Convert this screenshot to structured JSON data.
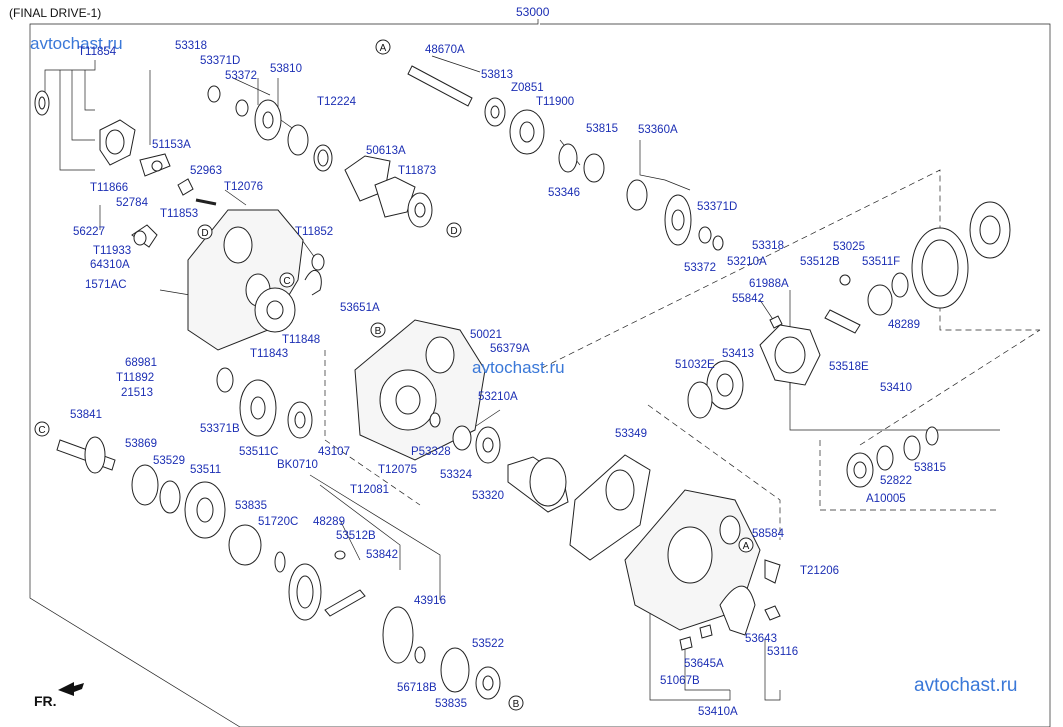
{
  "diagram_title": "(FINAL DRIVE-1)",
  "assembly_number": "53000",
  "watermark": "avtochast.ru",
  "direction_label": "FR.",
  "ref_markers": [
    "A",
    "B",
    "C",
    "D"
  ],
  "part_labels": {
    "p53318": "53318",
    "p53371D": "53371D",
    "p53372": "53372",
    "p53810": "53810",
    "pT11854": "T11854",
    "p48670A": "48670A",
    "p53813": "53813",
    "pZ0851": "Z0851",
    "pT11900": "T11900",
    "pT12224": "T12224",
    "p51153A": "51153A",
    "p52963": "52963",
    "p50613A": "50613A",
    "pT11866": "T11866",
    "pT11873": "T11873",
    "pT12076": "T12076",
    "p52784": "52784",
    "pT11853": "T11853",
    "p53815a": "53815",
    "p53360A": "53360A",
    "p53346": "53346",
    "p53371Db": "53371D",
    "p56227": "56227",
    "pT11933": "T11933",
    "p64310A": "64310A",
    "pT11852": "T11852",
    "p53318b": "53318",
    "p53372b": "53372",
    "p53210Aa": "53210A",
    "p53025": "53025",
    "p53512Ba": "53512B",
    "p53511F": "53511F",
    "p61988A": "61988A",
    "p1571AC": "1571AC",
    "p55842": "55842",
    "p48289a": "48289",
    "p53651A": "53651A",
    "pT11848": "T11848",
    "pT11843": "T11843",
    "p50021": "50021",
    "p56379A": "56379A",
    "p53413": "53413",
    "p53518E": "53518E",
    "p51032E": "51032E",
    "p68981": "68981",
    "pT11892": "T11892",
    "p21513": "21513",
    "p53410": "53410",
    "p53210Ab": "53210A",
    "p53841": "53841",
    "p53371B": "53371B",
    "p53869": "53869",
    "p53511C": "53511C",
    "pBK0710": "BK0710",
    "p43107": "43107",
    "pP53328": "P53328",
    "p53349": "53349",
    "p53529": "53529",
    "pT12075": "T12075",
    "p53324": "53324",
    "p53511": "53511",
    "p53320": "53320",
    "p53815b": "53815",
    "p52822": "52822",
    "pA10005": "A10005",
    "pT12081": "T12081",
    "p53835a": "53835",
    "p48289b": "48289",
    "p51720C": "51720C",
    "p53512Bb": "53512B",
    "p58584": "58584",
    "p53842": "53842",
    "pT21206": "T21206",
    "p43916": "43916",
    "p53643": "53643",
    "p53116": "53116",
    "p53522": "53522",
    "p53645A": "53645A",
    "p56718B": "56718B",
    "p51067B": "51067B",
    "p53835b": "53835",
    "p53410A": "53410A"
  }
}
